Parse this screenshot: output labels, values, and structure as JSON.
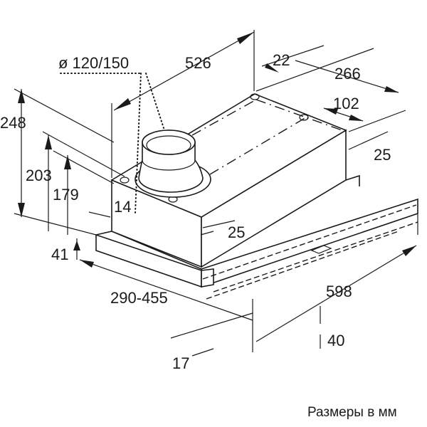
{
  "dimensions": {
    "duct_diameter": "ø 120/150",
    "width_depth": "526",
    "back_offset": "22",
    "back_depth": "266",
    "hole_spacing": "102",
    "right_offset": "25",
    "total_height": "248",
    "height_203": "203",
    "height_179": "179",
    "front_offset": "14",
    "front_25": "25",
    "panel_height": "41",
    "extension_range": "290-455",
    "total_width": "598",
    "depth_40": "40",
    "depth_17": "17"
  },
  "caption": "Размеры в мм"
}
